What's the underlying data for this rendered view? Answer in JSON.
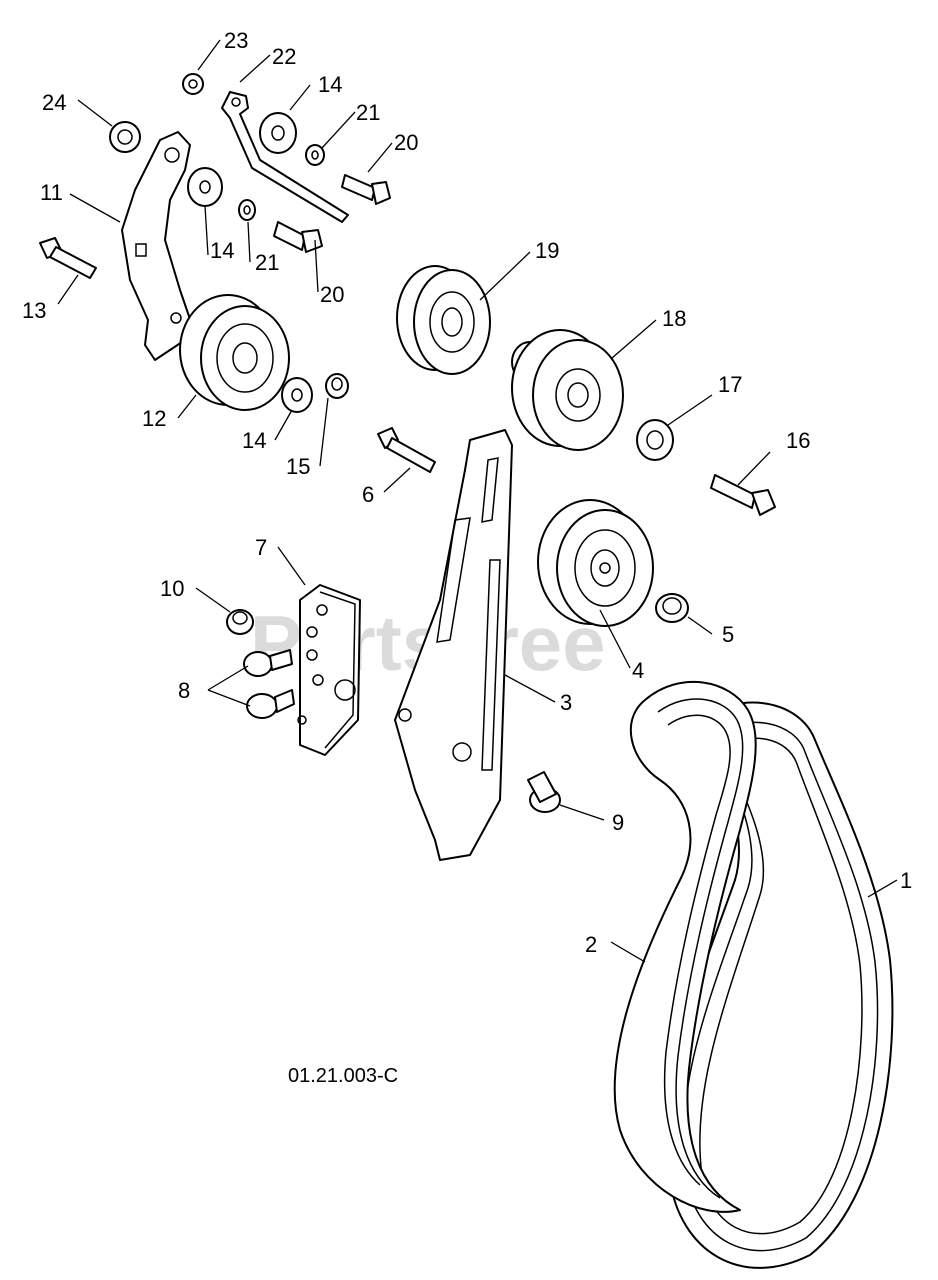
{
  "watermark": "PartsTree",
  "drawing_number": "01.21.003-C",
  "callouts": {
    "c1": "1",
    "c2": "2",
    "c3": "3",
    "c4": "4",
    "c5": "5",
    "c6": "6",
    "c7": "7",
    "c8": "8",
    "c9": "9",
    "c10": "10",
    "c11": "11",
    "c12": "12",
    "c13": "13",
    "c14a": "14",
    "c14b": "14",
    "c14c": "14",
    "c15": "15",
    "c16": "16",
    "c17": "17",
    "c18": "18",
    "c19": "19",
    "c20a": "20",
    "c20b": "20",
    "c21a": "21",
    "c21b": "21",
    "c22": "22",
    "c23": "23",
    "c24": "24"
  }
}
